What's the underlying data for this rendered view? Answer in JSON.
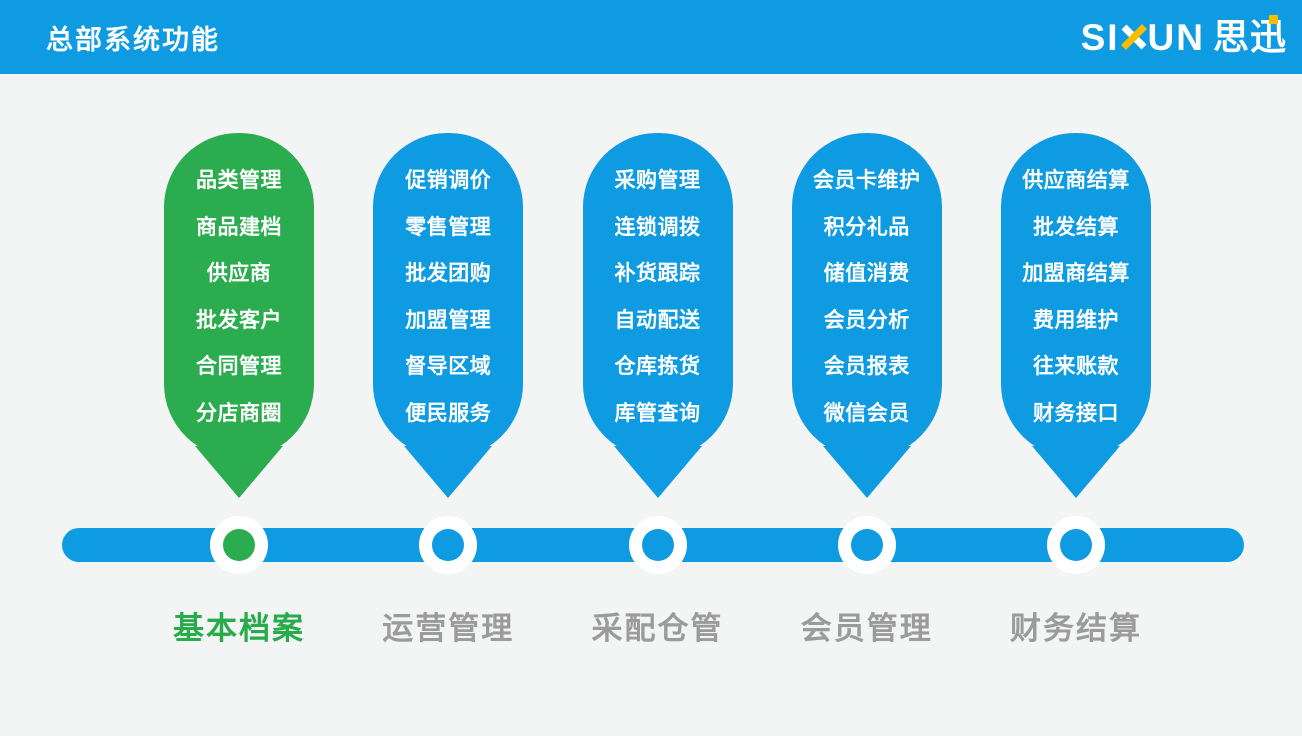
{
  "slide": {
    "title": "总部系统功能"
  },
  "logo": {
    "left": "SI",
    "x_letter": "X",
    "right": "UN",
    "cn": "思迅"
  },
  "colors": {
    "blue": "#0E9BE1",
    "green": "#2BAC4E",
    "label_green": "#27AB4B",
    "label_gray": "#9B9B9B",
    "background": "#F3F4F4",
    "logo_gold": "#F7BE00",
    "text_white": "#FFFFFF"
  },
  "columns": [
    {
      "id": "basic-archives",
      "label": "基本档案",
      "accent": "green",
      "items": [
        "品类管理",
        "商品建档",
        "供应商",
        "批发客户",
        "合同管理",
        "分店商圈"
      ]
    },
    {
      "id": "operation",
      "label": "运营管理",
      "accent": "blue",
      "items": [
        "促销调价",
        "零售管理",
        "批发团购",
        "加盟管理",
        "督导区域",
        "便民服务"
      ]
    },
    {
      "id": "purchase-warehouse",
      "label": "采配仓管",
      "accent": "blue",
      "items": [
        "采购管理",
        "连锁调拨",
        "补货跟踪",
        "自动配送",
        "仓库拣货",
        "库管查询"
      ]
    },
    {
      "id": "member",
      "label": "会员管理",
      "accent": "blue",
      "items": [
        "会员卡维护",
        "积分礼品",
        "储值消费",
        "会员分析",
        "会员报表",
        "微信会员"
      ]
    },
    {
      "id": "finance",
      "label": "财务结算",
      "accent": "blue",
      "items": [
        "供应商结算",
        "批发结算",
        "加盟商结算",
        "费用维护",
        "往来账款",
        "财务接口"
      ]
    }
  ]
}
